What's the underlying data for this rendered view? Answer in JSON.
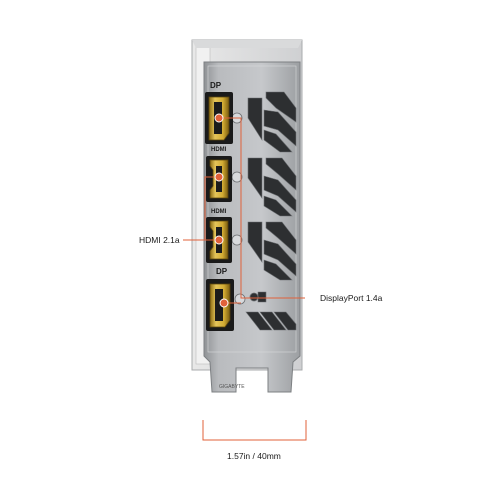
{
  "image": {
    "subject": "graphics card I/O bracket",
    "background_color": "#ffffff",
    "accent_color": "#e0613a",
    "bracket_color": "#b8babd",
    "connector_gold": "#c9a227"
  },
  "ports": {
    "top_dp_tag": "DP",
    "hdmi1_tag": "HDMI",
    "hdmi2_tag": "HDMI",
    "bottom_dp_tag": "DP"
  },
  "callouts": {
    "hdmi": "HDMI 2.1a",
    "displayport": "DisplayPort 1.4a",
    "dimension": "1.57in / 40mm"
  }
}
